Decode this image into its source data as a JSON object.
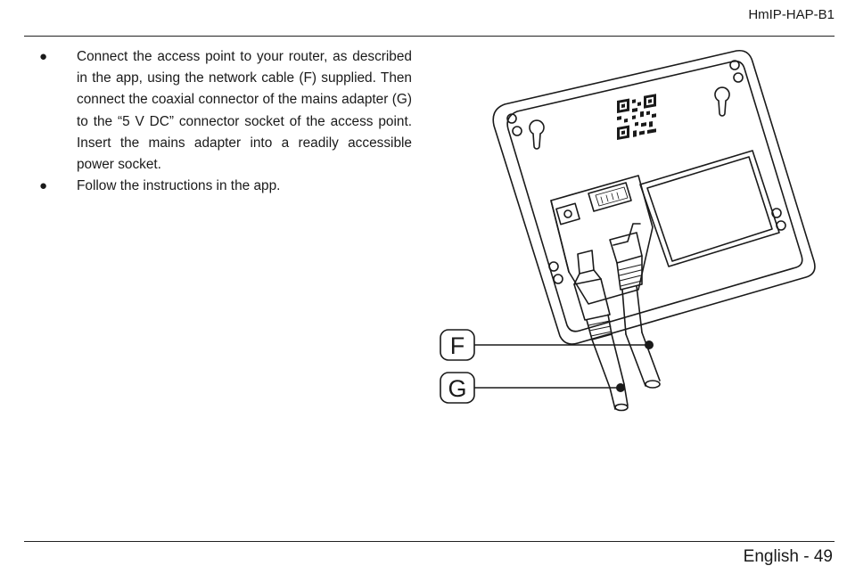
{
  "header": {
    "model_code": "HmIP-HAP-B1"
  },
  "instructions": [
    {
      "text": "Connect the access point to your router, as described in the app, using the network cable (F) supplied. Then connect the coaxial connector of the mains adapter (G) to the “5 V DC” connector socket of the access point. Insert the mains adapter into a readily accessible power socket."
    },
    {
      "text": "Follow the instructions in the app."
    }
  ],
  "figure": {
    "callouts": [
      {
        "letter": "F"
      },
      {
        "letter": "G"
      }
    ],
    "icons": [
      "qr-code-icon"
    ]
  },
  "footer": {
    "page_label": "English - 49"
  }
}
